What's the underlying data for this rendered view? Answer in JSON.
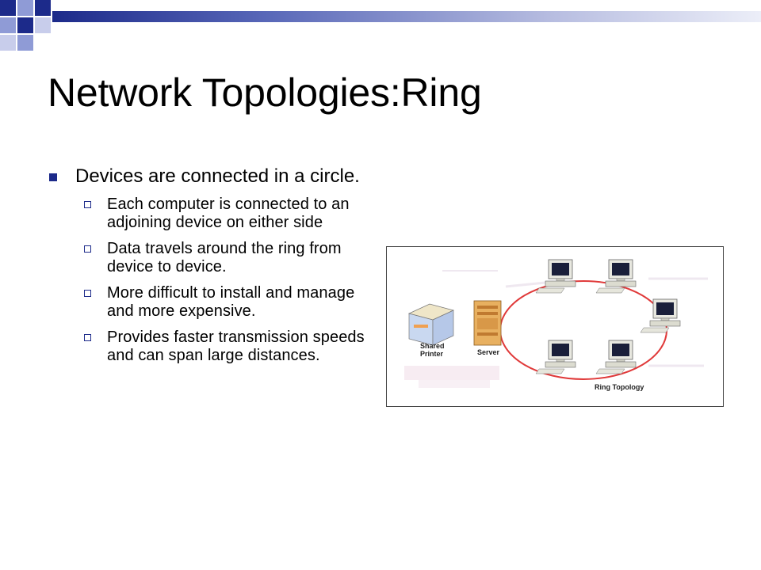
{
  "slide": {
    "title": "Network Topologies:Ring",
    "main_bullet": "Devices are connected in a circle.",
    "sub_bullets": [
      "Each computer is connected to an adjoining device on either side",
      "Data travels around the ring from device to device.",
      "More difficult to install and manage and more expensive.",
      "Provides faster transmission speeds and can span large distances."
    ]
  },
  "figure": {
    "printer_label": "Shared Printer",
    "server_label": "Server",
    "caption": "Ring Topology"
  },
  "colors": {
    "accent": "#1c2a8a",
    "ring": "#e03a3a"
  }
}
